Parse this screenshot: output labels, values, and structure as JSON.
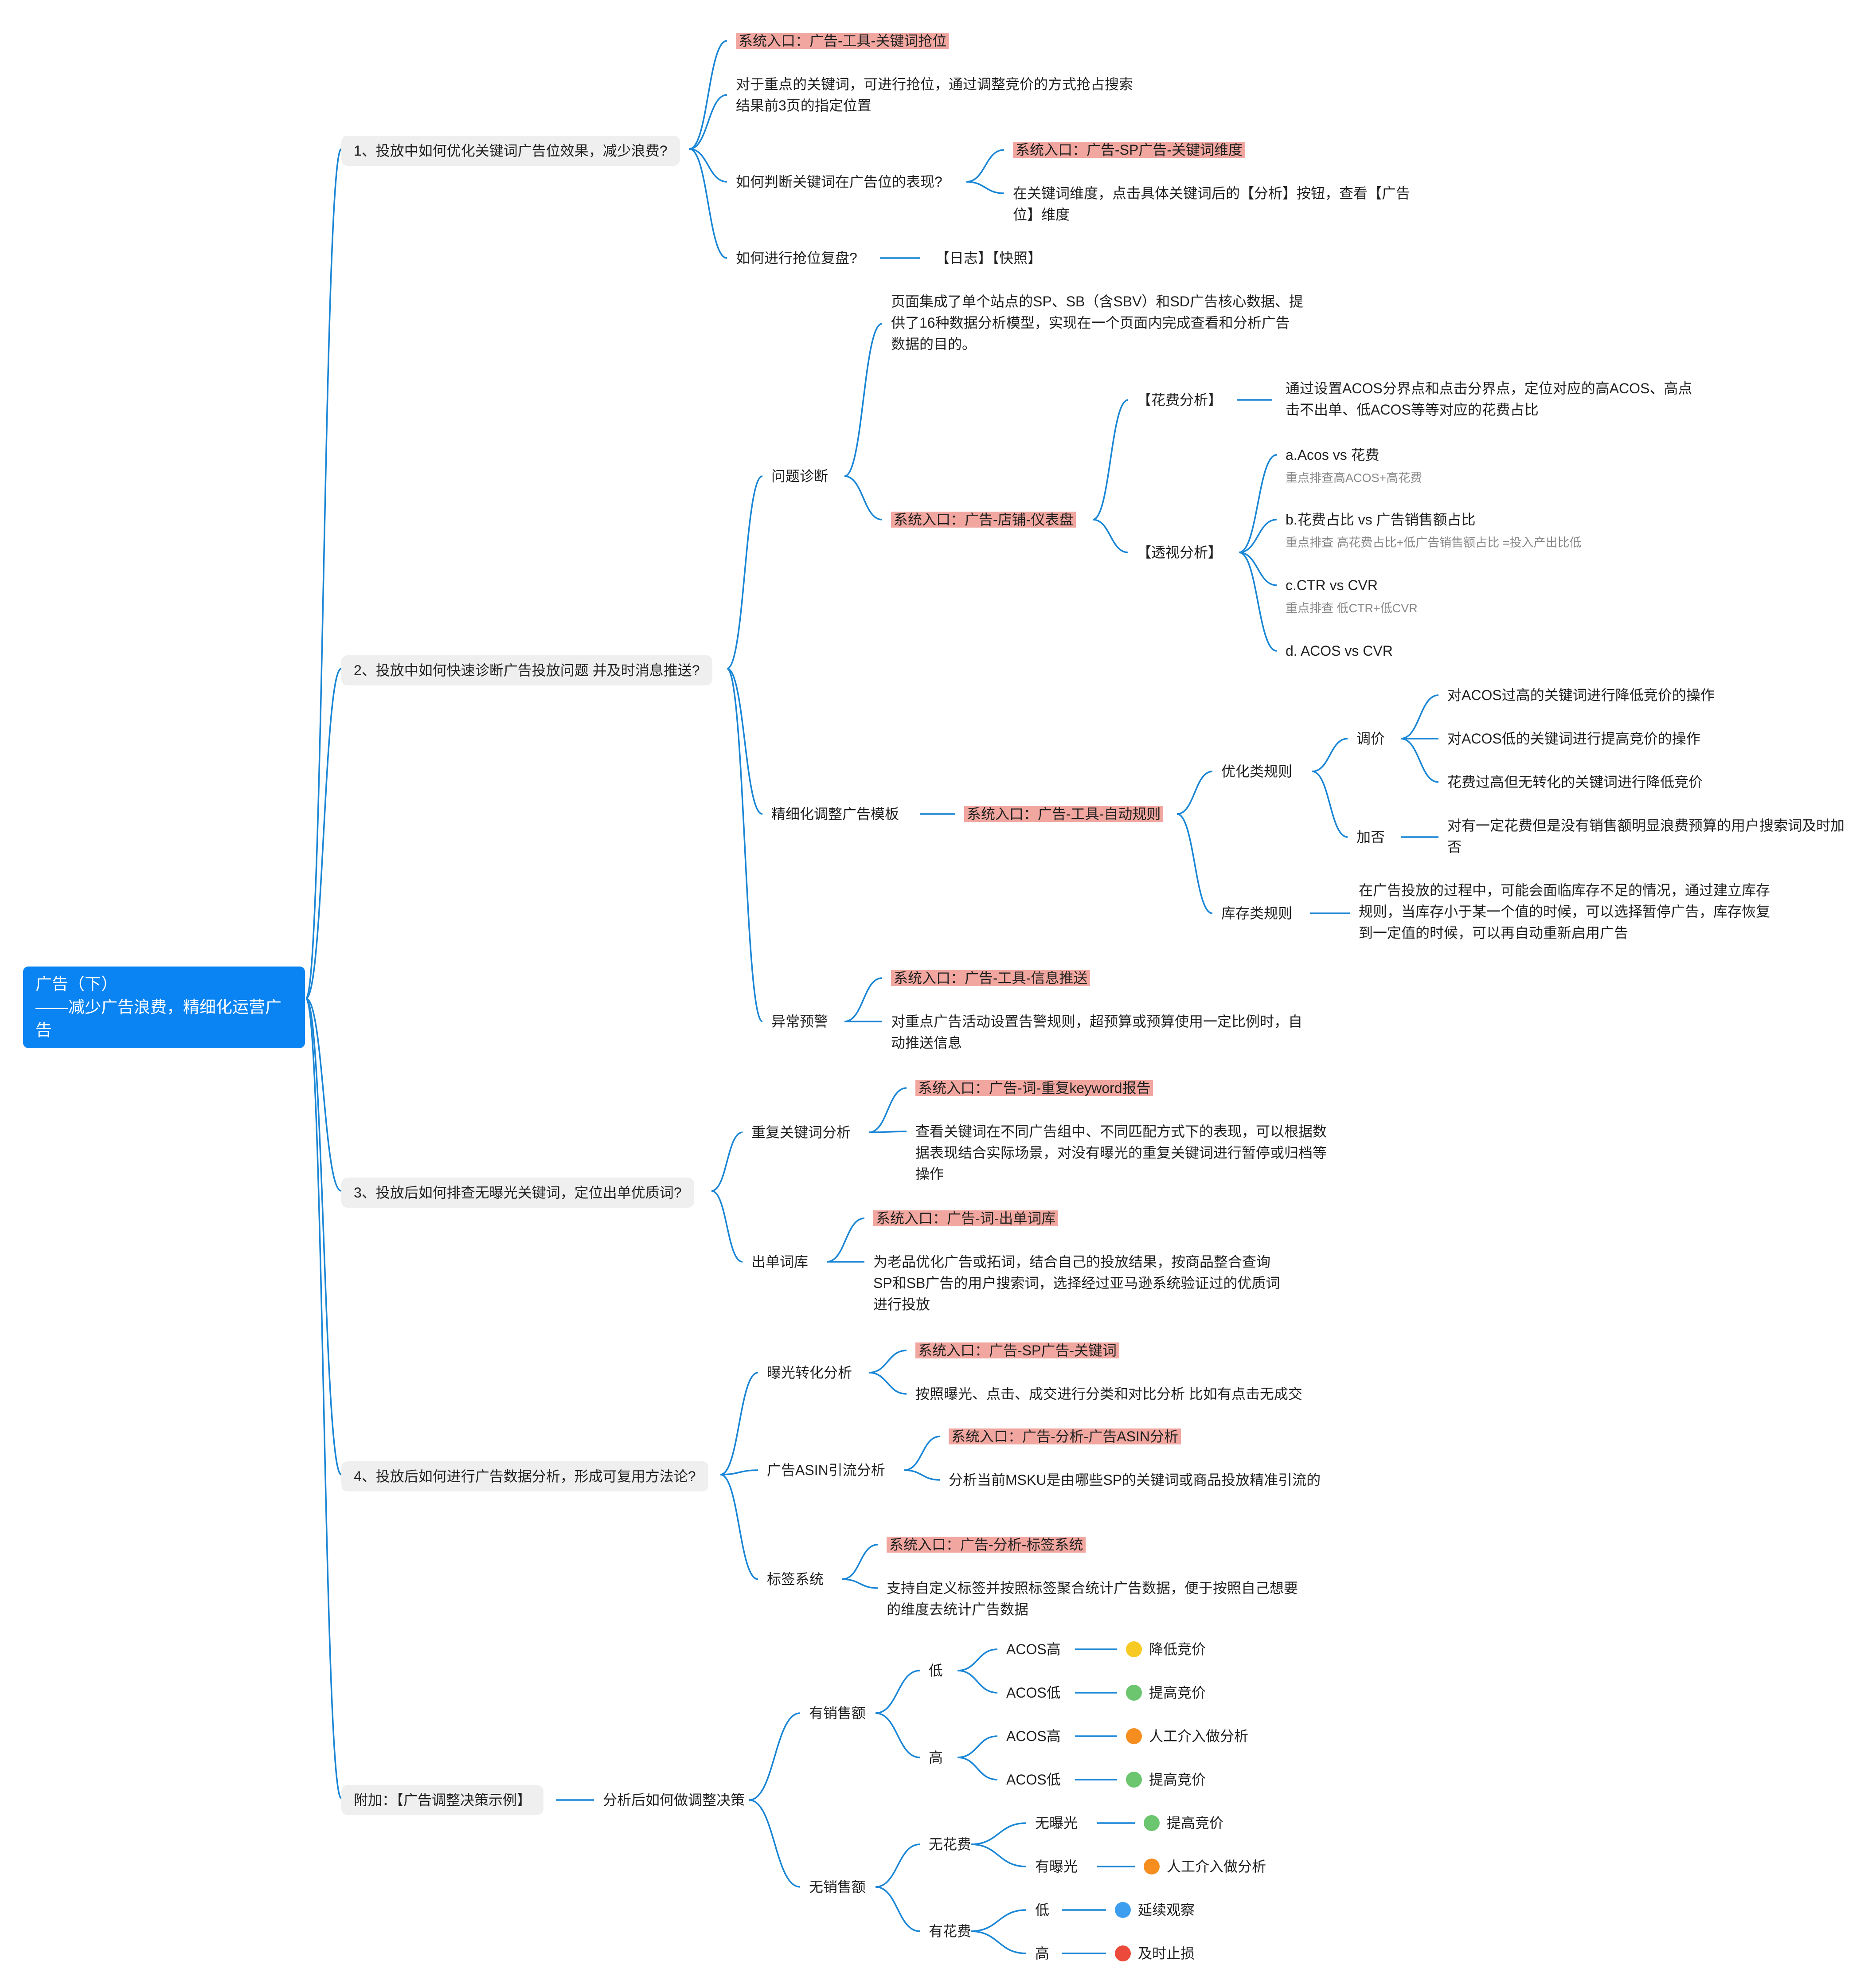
{
  "root": {
    "title": "广告（下）\n——减少广告浪费，精细化运营广告"
  },
  "q1": {
    "title": "1、投放中如何优化关键词广告位效果，减少浪费?",
    "entry": "系统入口：广告-工具-关键词抢位",
    "desc": "对于重点的关键词，可进行抢位，通过调整竞价的方式抢占搜索结果前3页的指定位置",
    "judge": "如何判断关键词在广告位的表现?",
    "judge_entry": "系统入口：广告-SP广告-关键词维度",
    "judge_desc": "在关键词维度，点击具体关键词后的【分析】按钮，查看【广告位】维度",
    "review": "如何进行抢位复盘?",
    "review_ans": "【日志】【快照】"
  },
  "q2": {
    "title": "2、投放中如何快速诊断广告投放问题 并及时消息推送?",
    "diag": "问题诊断",
    "diag_desc": "页面集成了单个站点的SP、SB（含SBV）和SD广告核心数据、提供了16种数据分析模型，实现在一个页面内完成查看和分析广告数据的目的。",
    "diag_entry": "系统入口：广告-店铺-仪表盘",
    "spend": "【花费分析】",
    "spend_desc": "通过设置ACOS分界点和点击分界点，定位对应的高ACOS、高点击不出单、低ACOS等等对应的花费占比",
    "persp": "【透视分析】",
    "pa": "a.Acos vs 花费",
    "pa_sub": "重点排查高ACOS+高花费",
    "pb": "b.花费占比 vs 广告销售额占比",
    "pb_sub": "重点排查 高花费占比+低广告销售额占比 =投入产出比低",
    "pc": "c.CTR vs CVR",
    "pc_sub": "重点排查 低CTR+低CVR",
    "pd": "d. ACOS vs CVR",
    "tmpl": "精细化调整广告模板",
    "tmpl_entry": "系统入口：广告-工具-自动规则",
    "opt": "优化类规则",
    "adj": "调价",
    "adj1": "对ACOS过高的关键词进行降低竞价的操作",
    "adj2": "对ACOS低的关键词进行提高竞价的操作",
    "adj3": "花费过高但无转化的关键词进行降低竞价",
    "neg": "加否",
    "neg_desc": "对有一定花费但是没有销售额明显浪费预算的用户搜索词及时加否",
    "inv": "库存类规则",
    "inv_desc": "在广告投放的过程中，可能会面临库存不足的情况，通过建立库存规则，当库存小于某一个值的时候，可以选择暂停广告，库存恢复到一定值的时候，可以再自动重新启用广告",
    "alert": "异常预警",
    "alert_entry": "系统入口：广告-工具-信息推送",
    "alert_desc": "对重点广告活动设置告警规则，超预算或预算使用一定比例时，自动推送信息"
  },
  "q3": {
    "title": "3、投放后如何排查无曝光关键词，定位出单优质词?",
    "dup": "重复关键词分析",
    "dup_entry": "系统入口：广告-词-重复keyword报告",
    "dup_desc": "查看关键词在不同广告组中、不同匹配方式下的表现，可以根据数据表现结合实际场景，对没有曝光的重复关键词进行暂停或归档等操作",
    "lib": "出单词库",
    "lib_entry": "系统入口：广告-词-出单词库",
    "lib_desc": "为老品优化广告或拓词，结合自己的投放结果，按商品整合查询SP和SB广告的用户搜索词，选择经过亚马逊系统验证过的优质词进行投放"
  },
  "q4": {
    "title": "4、投放后如何进行广告数据分析，形成可复用方法论?",
    "exp": "曝光转化分析",
    "exp_entry": "系统入口：广告-SP广告-关键词",
    "exp_desc": "按照曝光、点击、成交进行分类和对比分析 比如有点击无成交",
    "asin": "广告ASIN引流分析",
    "asin_entry": "系统入口：广告-分析-广告ASIN分析",
    "asin_desc": "分析当前MSKU是由哪些SP的关键词或商品投放精准引流的",
    "tag": "标签系统",
    "tag_entry": "系统入口：广告-分析-标签系统",
    "tag_desc": "支持自定义标签并按照标签聚合统计广告数据，便于按照自己想要的维度去统计广告数据"
  },
  "q5": {
    "title": "附加：【广告调整决策示例】",
    "after": "分析后如何做调整决策",
    "has_sales": "有销售额",
    "no_sales": "无销售额",
    "low": "低",
    "high": "高",
    "acos_high": "ACOS高",
    "acos_low": "ACOS低",
    "no_spend": "无花费",
    "has_spend": "有花费",
    "no_exp": "无曝光",
    "has_exp": "有曝光",
    "sp_low": "低",
    "sp_high": "高",
    "r1": "降低竞价",
    "r2": "提高竞价",
    "r3": "人工介入做分析",
    "r4": "提高竞价",
    "r5": "提高竞价",
    "r6": "人工介入做分析",
    "r7": "延续观察",
    "r8": "及时止损"
  },
  "colors": {
    "branch": "#1a86d6",
    "root_bg": "#0a84f2",
    "highlight": "#f1a7a0",
    "yellow": "#f7c923",
    "green": "#6cc56f",
    "orange": "#f68d1f",
    "blue": "#3d9ef0",
    "red": "#ec4b3c"
  }
}
